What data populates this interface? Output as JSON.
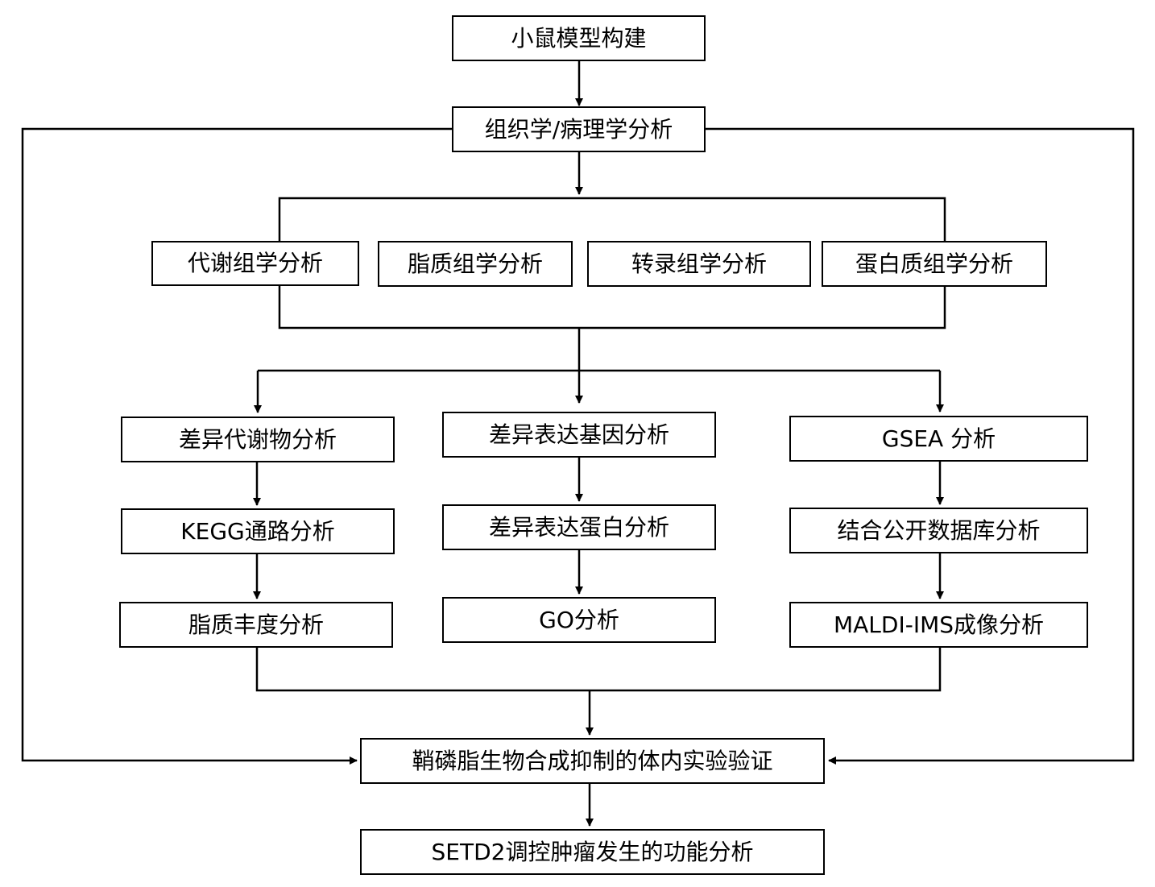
{
  "nodes": {
    "mouse_model": "小鼠模型构建",
    "histology": "组织学/病理学分析",
    "metabolomics": "代谢组学分析",
    "lipidomics": "脂质组学分析",
    "transcriptomics": "转录组学分析",
    "proteomics": "蛋白质组学分析",
    "diff_metabolite": "差异代谢物分析",
    "kegg": "KEGG通路分析",
    "lipid_abundance": "脂质丰度分析",
    "deg": "差异表达基因分析",
    "dep": "差异表达蛋白分析",
    "go": "GO分析",
    "gsea": "GSEA 分析",
    "public_db": "结合公开数据库分析",
    "maldi": "MALDI-IMS成像分析",
    "in_vivo": "鞘磷脂生物合成抑制的体内实验验证",
    "setd2": "SETD2调控肿瘤发生的功能分析"
  },
  "colors": {
    "line": "#000000",
    "background": "#ffffff"
  }
}
